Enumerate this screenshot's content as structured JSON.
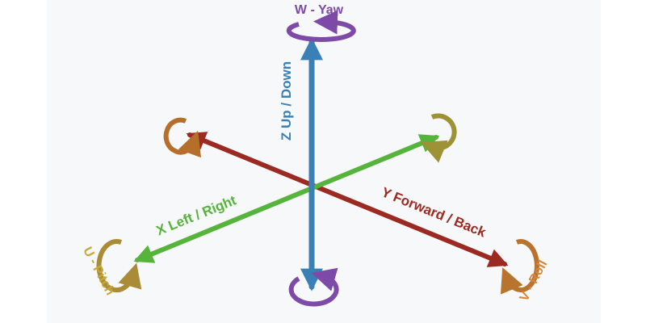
{
  "diagram": {
    "axes": {
      "z": {
        "label": "Z Up / Down",
        "color": "#3a7fb5"
      },
      "x": {
        "label": "X Left / Right",
        "color": "#56b43c"
      },
      "y": {
        "label": "Y Forward / Back",
        "color": "#9b2a22"
      }
    },
    "rotations": {
      "yaw": {
        "label": "W - Yaw",
        "color": "#7e4aa8"
      },
      "pitch": {
        "label": "U - Pitch",
        "color": "#c8a83a"
      },
      "roll": {
        "label": "V - Roll",
        "color": "#d7873a"
      }
    },
    "colors": {
      "rot_pitch_ring": "#a98c35",
      "rot_roll_ring": "#b8742f",
      "rot_upper_left_ring": "#b56f2b",
      "rot_upper_right_ring": "#9d9235"
    }
  }
}
